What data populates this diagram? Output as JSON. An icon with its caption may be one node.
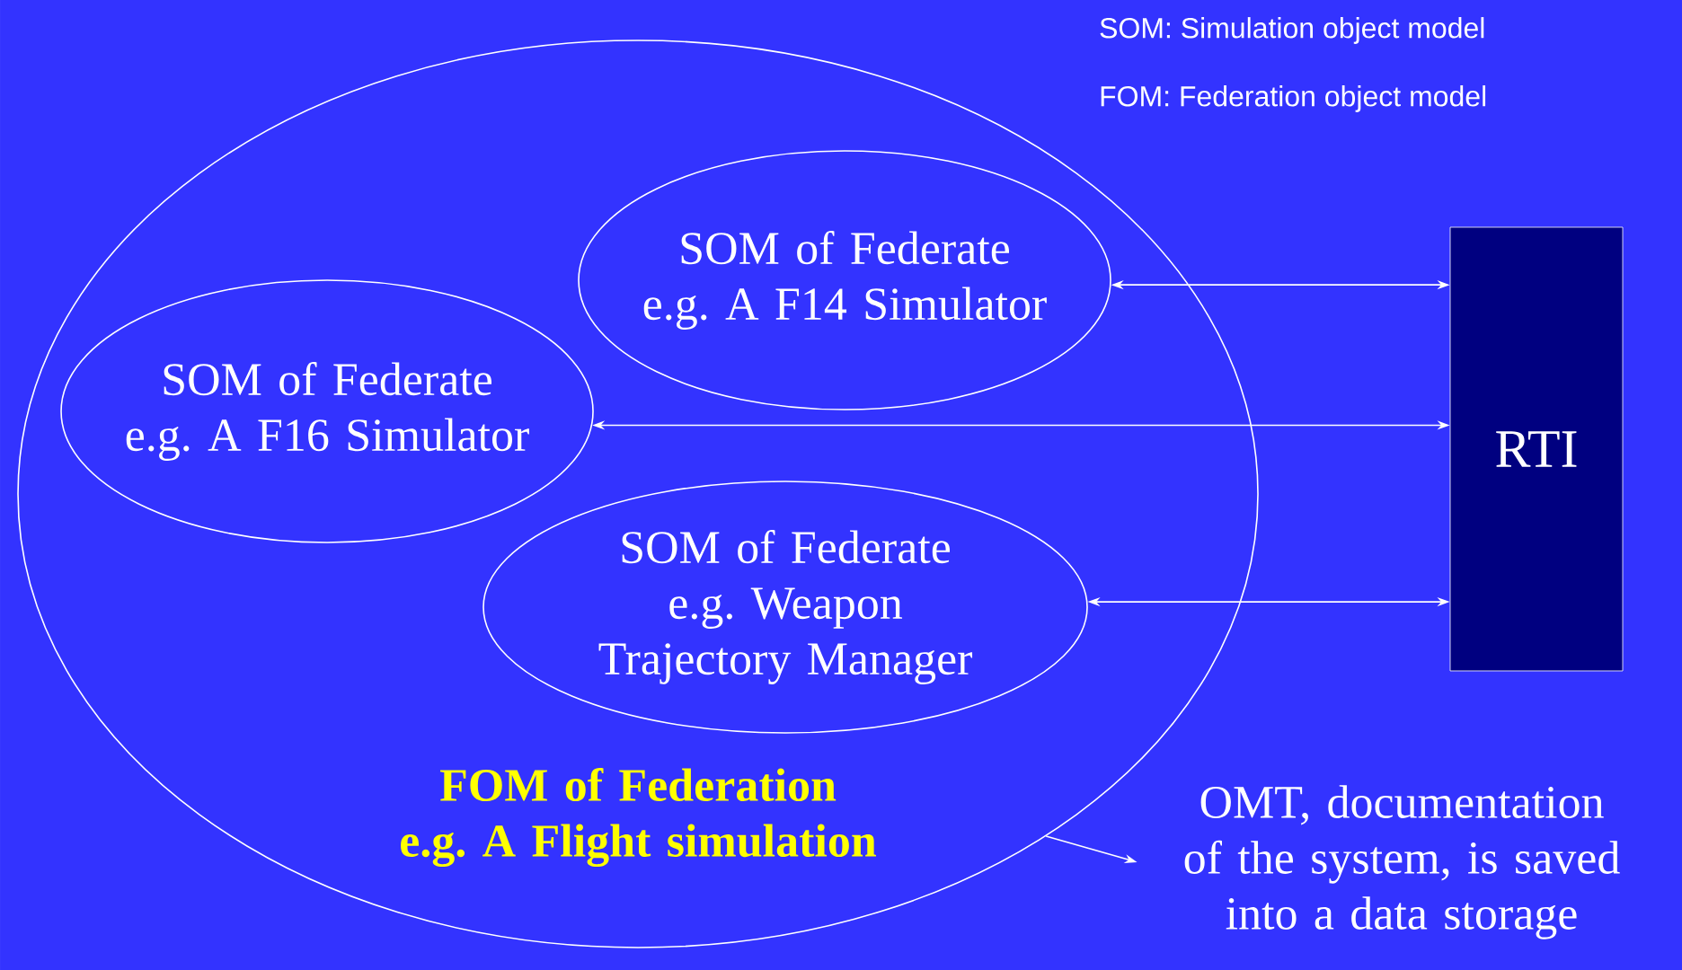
{
  "diagram": {
    "nodes": [
      {
        "text": [
          "FOM of Federation",
          "e.g. A Flight simulation"
        ]
      },
      {
        "text": [
          "SOM of Federate",
          "e.g. A F14 Simulator"
        ],
        "in": 0
      },
      {
        "text": [
          "SOM of Federate",
          "e.g. A F16 Simulator"
        ],
        "in": 0
      },
      {
        "text": [
          "SOM of Federate",
          "e.g. Weapon Trajectory Manager"
        ],
        "in": 0
      },
      {
        "text": [
          "RTI"
        ]
      },
      {
        "text": [
          "OMT, documentation of the system, is saved into a data storage"
        ]
      }
    ],
    "edges": [
      {
        "from": 1,
        "to": 4,
        "arrow": "both"
      },
      {
        "from": 2,
        "to": 4,
        "arrow": "both"
      },
      {
        "from": 3,
        "to": 4,
        "arrow": "both"
      },
      {
        "from": 0,
        "to": 5,
        "arrow": "to"
      }
    ],
    "labels": [
      "SOM: Simulation object model",
      "FOM: Federation object model"
    ]
  }
}
